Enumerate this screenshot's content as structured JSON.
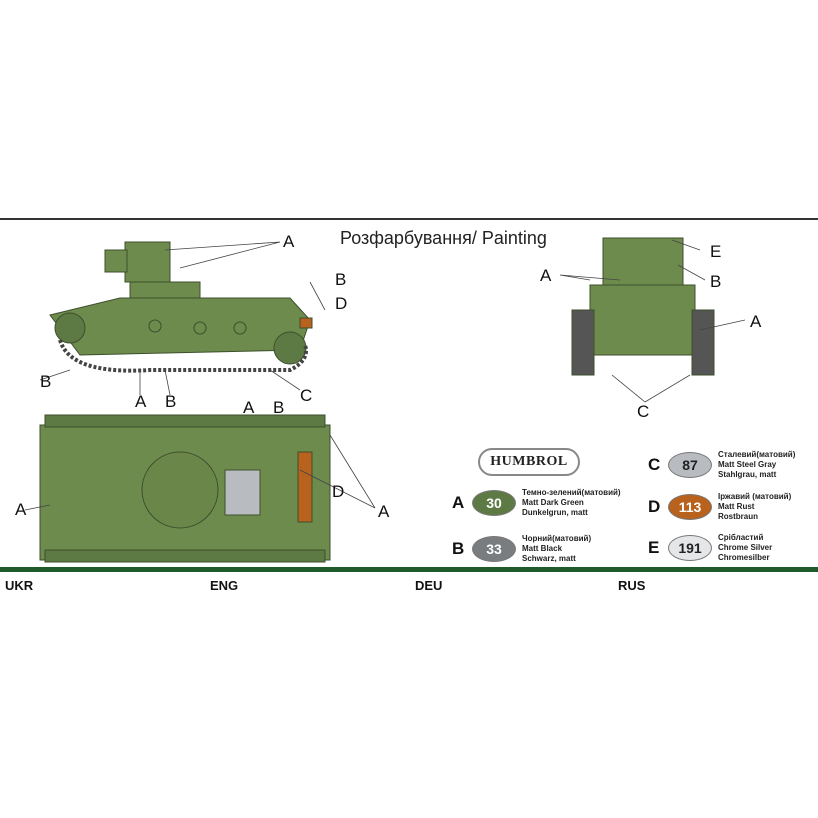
{
  "title": "Розфарбування/ Painting",
  "brand": "HUMBROL",
  "callouts": {
    "A": "A",
    "B": "B",
    "C": "C",
    "D": "D",
    "E": "E"
  },
  "paints": [
    {
      "key": "A",
      "code": "30",
      "color": "#5e7a44",
      "text_color": "#ffffff",
      "ukr": "Темно-зелений(матовий)",
      "eng": "Matt Dark Green",
      "deu": "Dunkelgrun, matt"
    },
    {
      "key": "B",
      "code": "33",
      "color": "#7a7d80",
      "text_color": "#ffffff",
      "ukr": "Чорний(матовий)",
      "eng": "Matt Black",
      "deu": "Schwarz, matt"
    },
    {
      "key": "C",
      "code": "87",
      "color": "#b8bcc0",
      "text_color": "#222222",
      "ukr": "Сталевий(матовий)",
      "eng": "Matt Steel Gray",
      "deu": "Stahlgrau, matt"
    },
    {
      "key": "D",
      "code": "113",
      "color": "#b8621e",
      "text_color": "#ffffff",
      "ukr": "Іржавий (матовий)",
      "eng": "Matt Rust",
      "deu": "Rostbraun"
    },
    {
      "key": "E",
      "code": "191",
      "color": "#e4e6e8",
      "text_color": "#222222",
      "ukr": "Срібластий",
      "eng": "Chrome Silver",
      "deu": "Chromesilber"
    }
  ],
  "languages": [
    "UKR",
    "ENG",
    "DEU",
    "RUS"
  ],
  "tank_color": "#6e8b4e"
}
